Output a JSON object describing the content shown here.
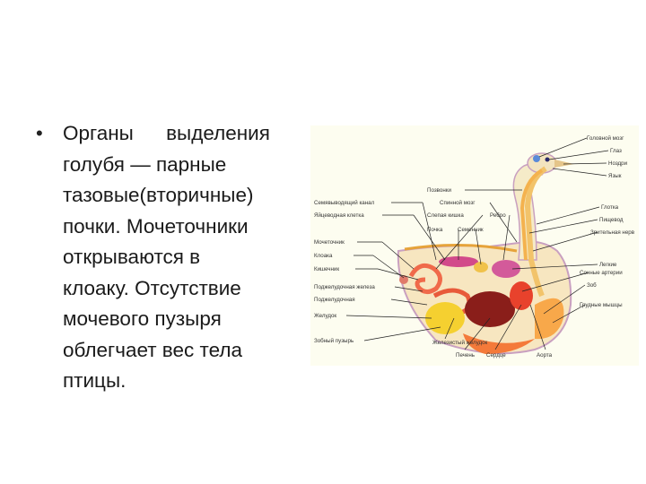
{
  "slide": {
    "bullet_char": "•",
    "text_lines": [
      "Органы выделения",
      "голубя — парные",
      "тазовые(вторичные)",
      "почки. Мочеточники",
      "открываются в",
      "клоаку. Отсутствие",
      "мочевого пузыря",
      "облегчает вес тела",
      "птицы."
    ]
  },
  "figure": {
    "colors": {
      "background": "#fdfdf0",
      "trachea": "#f2c36a",
      "esophagus": "#f4b24e",
      "heart": "#e8422c",
      "liver": "#8a1e1a",
      "intestine": "#f06a4a",
      "kidney": "#d24a8a",
      "gizzard": "#f5d030",
      "body_outline": "#c9a0c0",
      "leader_line": "#222222"
    },
    "labels_left": [
      "Семявыводящий канал",
      "Яйцеводная клетка",
      "Мочеточник",
      "Клоака",
      "Кишечник",
      "Поджелудочная железа",
      "Поджелудочная",
      "Желудок",
      "Зобный пузырь"
    ],
    "labels_middle": [
      "Позвонки",
      "Спинной мозг",
      "Слепая кишка",
      "Почка",
      "Семенник",
      "Ребро"
    ],
    "labels_right": [
      "Головной мозг",
      "Глаз",
      "Ноздри",
      "Язык",
      "Глотка",
      "Пищевод",
      "Зрительная нерв",
      "Легкие",
      "Сонные артерии",
      "Зоб",
      "Грудные мышцы"
    ],
    "labels_bottom": [
      "Железистый желудок",
      "Печень",
      "Сердце",
      "Аорта"
    ]
  }
}
